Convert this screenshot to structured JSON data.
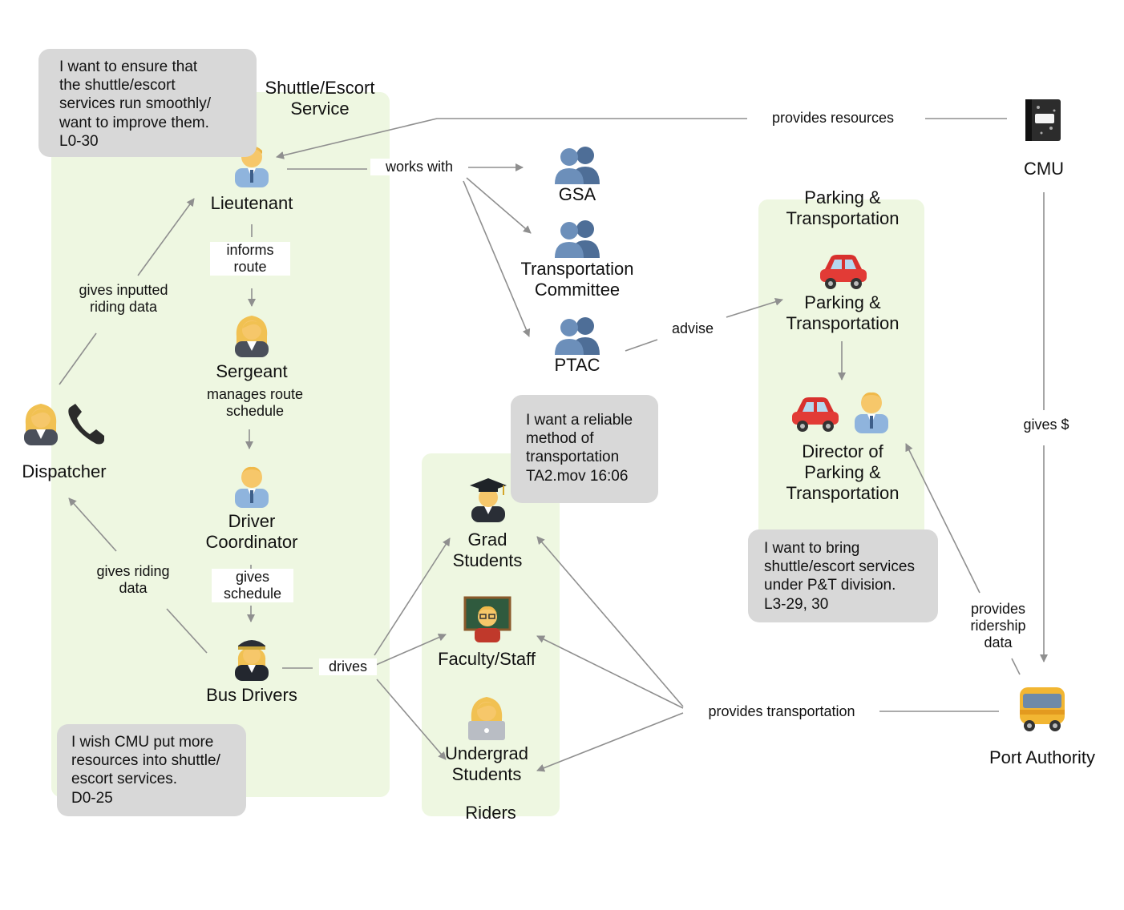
{
  "groups": {
    "shuttle": "Shuttle/Escort\nService",
    "parking": "Parking &\nTransportation",
    "riders": "Riders"
  },
  "nodes": {
    "lieutenant": "Lieutenant",
    "sergeant": "Sergeant",
    "driver_coordinator": "Driver\nCoordinator",
    "bus_drivers": "Bus Drivers",
    "dispatcher": "Dispatcher",
    "gsa": "GSA",
    "transportation_committee": "Transportation\nCommittee",
    "ptac": "PTAC",
    "cmu": "CMU",
    "pt_node": "Parking &\nTransportation",
    "director": "Director of\nParking &\nTransportation",
    "grad_students": "Grad\nStudents",
    "faculty_staff": "Faculty/Staff",
    "undergrad_students": "Undergrad\nStudents",
    "port_authority": "Port Authority"
  },
  "edge_labels": {
    "provides_resources": "provides resources",
    "works_with": "works with",
    "informs_route": "informs\nroute",
    "manages_route_schedule": "manages route\nschedule",
    "gives_schedule": "gives\nschedule",
    "gives_inputted_riding_data": "gives inputted\nriding data",
    "gives_riding_data": "gives riding\ndata",
    "drives": "drives",
    "advise": "advise",
    "gives_money": "gives $",
    "provides_ridership_data": "provides\nridership\ndata",
    "provides_transportation": "provides transportation"
  },
  "bubbles": {
    "lieutenant_quote": "I want to ensure that\nthe shuttle/escort\nservices run smoothly/\nwant to improve them.\nL0-30",
    "bus_driver_quote": "I wish CMU put more\nresources into shuttle/\nescort services.\nD0-25",
    "grad_quote": "I want a reliable\nmethod of\ntransportation\nTA2.mov 16:06",
    "director_quote": "I want to bring\nshuttle/escort services\nunder P&T division.\nL3-29, 30"
  },
  "icons": {
    "lieutenant": "man-office-worker-icon",
    "sergeant": "woman-office-worker-icon",
    "driver_coordinator": "man-office-worker-icon",
    "bus_drivers": "woman-pilot-icon",
    "dispatcher": "woman-office-worker-icon",
    "dispatcher_phone": "telephone-receiver-icon",
    "gsa": "busts-in-silhouette-icon",
    "transportation_committee": "busts-in-silhouette-icon",
    "ptac": "busts-in-silhouette-icon",
    "cmu": "composition-notebook-icon",
    "pt_node": "red-car-icon",
    "director_car": "red-car-icon",
    "director": "man-office-worker-icon",
    "grad_students": "man-graduate-icon",
    "faculty_staff": "teacher-icon",
    "undergrad_students": "woman-technologist-icon",
    "port_authority": "bus-icon"
  },
  "colors": {
    "group_fill": "#eef7e1",
    "bubble_fill": "#d8d8d8",
    "edge": "#8f8f8f"
  }
}
